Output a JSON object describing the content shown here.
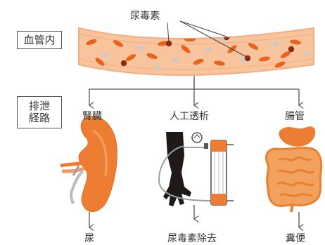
{
  "labels": {
    "blood_vessel_interior": "血管内",
    "excretion_route_line1": "排泄",
    "excretion_route_line2": "経路",
    "uremic_toxin": "尿毒素",
    "kidney": "腎臓",
    "dialysis": "人工透析",
    "intestine": "腸管",
    "urine": "尿",
    "toxin_removal": "尿毒素除去",
    "feces": "糞便"
  },
  "colors": {
    "vessel_fill": "#f7c49e",
    "vessel_edge": "#f3ad7f",
    "cell_red": "#e8631b",
    "cell_grey": "#c9cacc",
    "toxin_dot": "#8b2e0f",
    "kidney": "#ee7d34",
    "arm": "#1f1a17",
    "arrow": "#555555"
  },
  "icons": [
    "kidney-icon",
    "dialysis-arm-icon",
    "dialyzer-icon",
    "intestine-icon"
  ]
}
